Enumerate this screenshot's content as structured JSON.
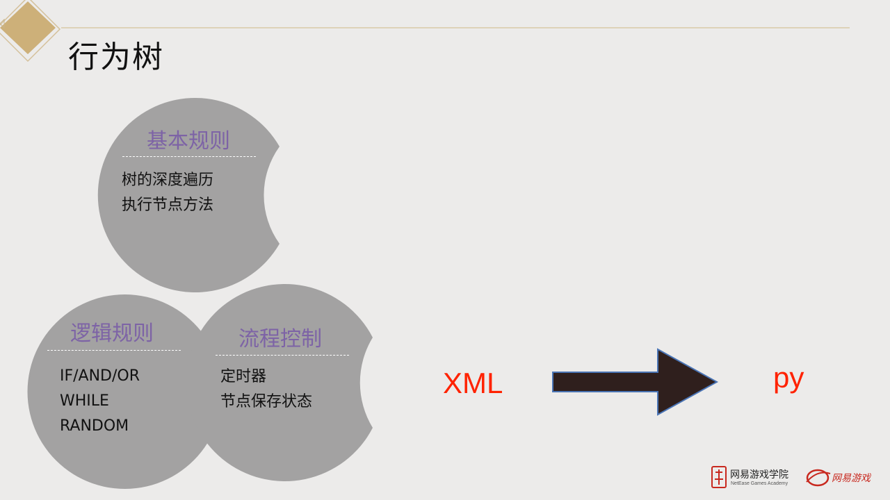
{
  "slide": {
    "title": "行为树"
  },
  "circles": [
    {
      "heading": "基本规则",
      "lines": [
        "树的深度遍历",
        "执行节点方法"
      ]
    },
    {
      "heading": "逻辑规则",
      "lines": [
        "IF/AND/OR",
        "WHILE",
        "RANDOM"
      ]
    },
    {
      "heading": "流程控制",
      "lines": [
        "定时器",
        "节点保存状态"
      ]
    }
  ],
  "flow": {
    "from": "XML",
    "to": "py"
  },
  "logos": {
    "academy_name": "网易游戏学院",
    "academy_sub": "NetEase Games Academy",
    "games_name": "网易游戏"
  },
  "colors": {
    "background": "#ecebea",
    "circle": "#a3a2a2",
    "heading": "#7d63a6",
    "accent_red": "#ff2200",
    "arrow_fill": "#2f1f1d",
    "arrow_stroke": "#4a74b5",
    "gold": "#cdb079"
  }
}
